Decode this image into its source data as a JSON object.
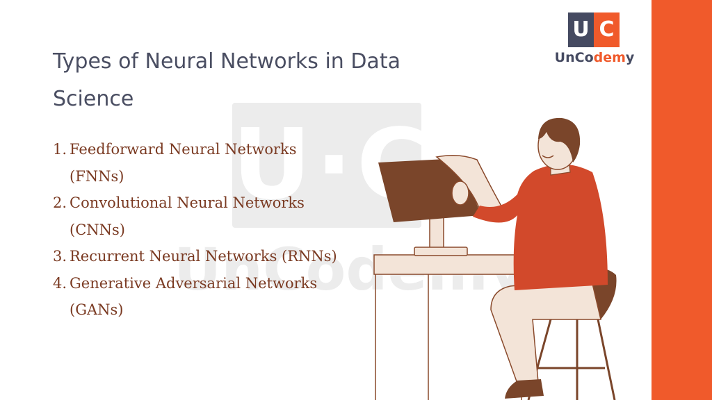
{
  "slide": {
    "title": "Types of Neural Networks in Data Science",
    "list": [
      {
        "num": "1.",
        "text": "Feedforward Neural Networks (FNNs)"
      },
      {
        "num": "2.",
        "text": "Convolutional Neural Networks (CNNs)"
      },
      {
        "num": "3.",
        "text": "Recurrent Neural Networks (RNNs)"
      },
      {
        "num": "4.",
        "text": "Generative Adversarial Networks (GANs)"
      }
    ]
  },
  "logo": {
    "u": "U",
    "c": "C",
    "word_a": "UnCo",
    "word_b": "dem",
    "word_c": "y"
  },
  "watermark": {
    "letters": "U·C",
    "word": "UnCodemy"
  },
  "icons": {
    "illustration": "person-at-computer-illustration"
  },
  "colors": {
    "accent": "#f05a2b",
    "navy": "#454a61",
    "brown": "#7a3a22"
  }
}
